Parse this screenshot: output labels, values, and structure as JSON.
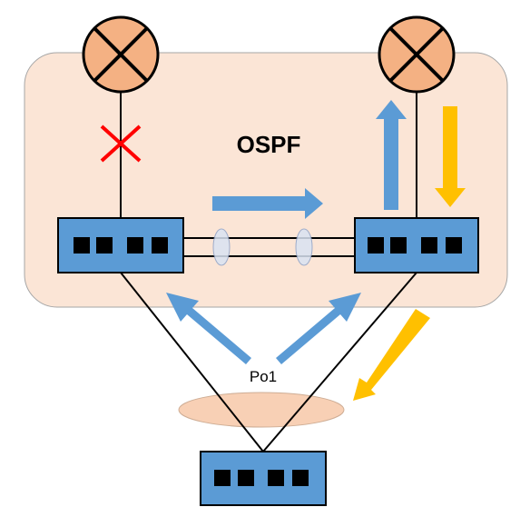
{
  "diagram": {
    "area_label": "OSPF",
    "port_channel_label": "Po1",
    "nodes": [
      {
        "id": "router-left",
        "kind": "router"
      },
      {
        "id": "router-right",
        "kind": "router"
      },
      {
        "id": "switch-left",
        "kind": "switch",
        "ports": 4
      },
      {
        "id": "switch-right",
        "kind": "switch",
        "ports": 4
      },
      {
        "id": "switch-bottom",
        "kind": "switch",
        "ports": 4
      }
    ],
    "links": [
      {
        "from": "router-left",
        "to": "switch-left",
        "status": "down"
      },
      {
        "from": "router-right",
        "to": "switch-right",
        "status": "up"
      },
      {
        "from": "switch-left",
        "to": "switch-right",
        "status": "up",
        "count": 2
      },
      {
        "from": "switch-bottom",
        "to": "switch-left",
        "status": "up",
        "port_channel": "Po1"
      },
      {
        "from": "switch-bottom",
        "to": "switch-right",
        "status": "up",
        "port_channel": "Po1"
      }
    ],
    "colors": {
      "area_fill": "#fbe5d6",
      "router_fill": "#f4b183",
      "switch_fill": "#5b9bd5",
      "port_fill": "#000000",
      "blue_arrow": "#5b9bd5",
      "yellow_arrow": "#ffc000",
      "link_down_mark": "#ff0000"
    }
  }
}
